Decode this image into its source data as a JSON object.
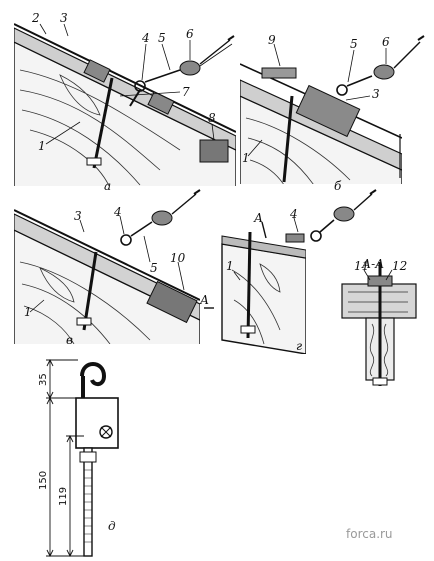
{
  "panel_a": {
    "caption": "а",
    "labels": [
      "2",
      "3",
      "4",
      "5",
      "6",
      "7",
      "1",
      "8"
    ]
  },
  "panel_b": {
    "caption": "б",
    "labels": [
      "9",
      "5",
      "6",
      "3",
      "1"
    ]
  },
  "panel_v": {
    "caption": "в",
    "labels": [
      "3",
      "4",
      "5",
      "10",
      "1"
    ],
    "section_mark": "А"
  },
  "panel_g": {
    "caption": "г",
    "labels": [
      "1",
      "4",
      "11",
      "12"
    ],
    "section_mark": "А",
    "section_title": "А-А"
  },
  "panel_d": {
    "caption": "д",
    "dimensions": [
      "35",
      "150",
      "119"
    ]
  },
  "watermark": "forca.ru"
}
